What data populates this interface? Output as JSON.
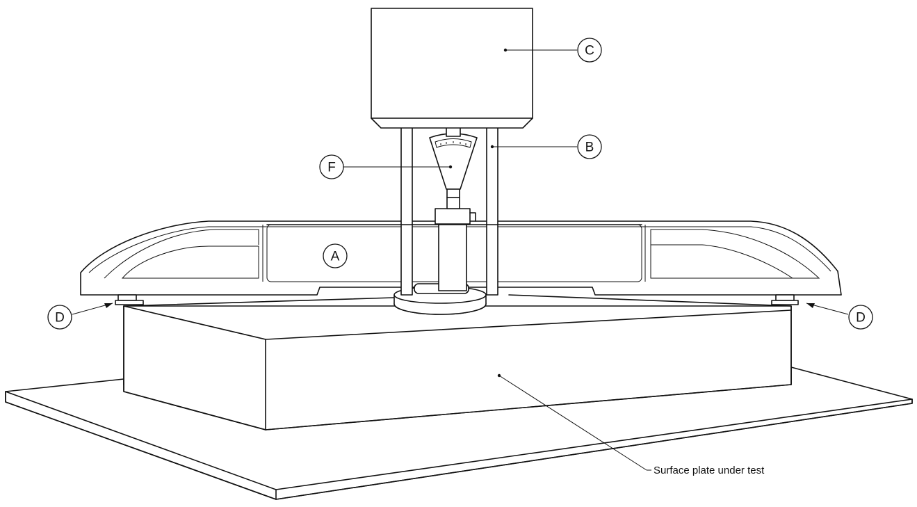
{
  "labels": {
    "a": "A",
    "b": "B",
    "c": "C",
    "d_left": "D",
    "d_right": "D",
    "f": "F"
  },
  "caption": "Surface plate under test"
}
